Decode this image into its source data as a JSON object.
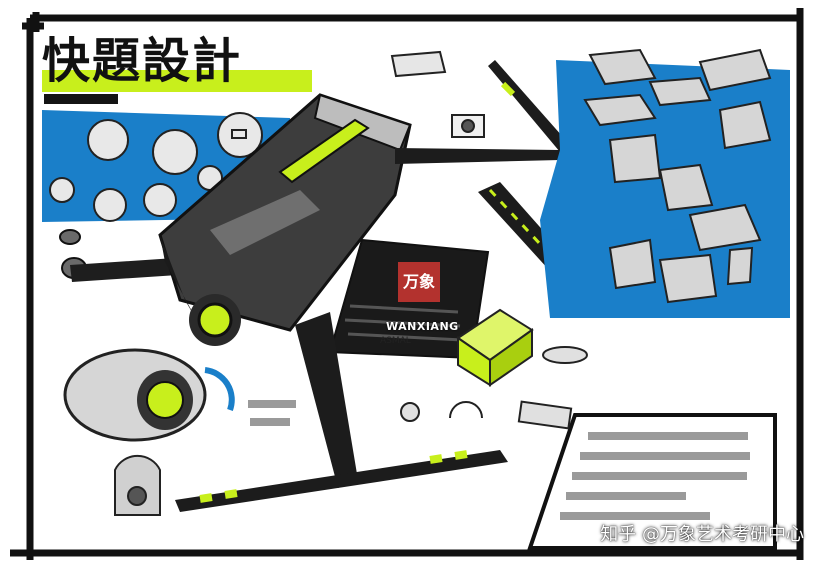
{
  "title": "快題設計",
  "watermark": {
    "logo": "万象",
    "label": "WANXIANG"
  },
  "credit": "知乎 @万象艺术考研中心",
  "sketch_label": "ASMAL",
  "colors": {
    "blue": "#1a7fc9",
    "lime": "#c8ef1c",
    "ink": "#141414",
    "gray": "#8a8a8a"
  }
}
